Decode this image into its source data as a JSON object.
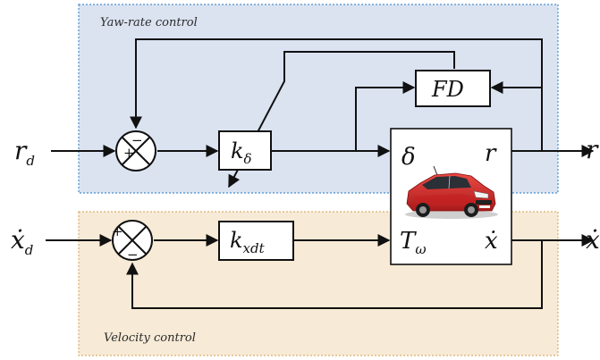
{
  "regions": {
    "yaw_label": "Yaw-rate control",
    "velocity_label": "Velocity control",
    "yaw_fill": "#dbe3f1",
    "yaw_border": "#4a90d0",
    "velocity_fill": "#f7ead6",
    "velocity_border": "#d9b070"
  },
  "signals": {
    "r_d": {
      "base": "r",
      "sub": "d"
    },
    "r_out": "r",
    "xdot_d": {
      "base": "ẋ",
      "sub": "d"
    },
    "xdot_out": "ẋ"
  },
  "summing_junctions": {
    "yaw": {
      "plus": "+",
      "minus": "−"
    },
    "velocity": {
      "plus": "+",
      "minus": "−"
    }
  },
  "blocks": {
    "k_delta": {
      "base": "k",
      "sub": "δ"
    },
    "fd": "FD",
    "k_xdt": {
      "base": "k",
      "sub": "xdt"
    }
  },
  "plant": {
    "input_delta": "δ",
    "output_r": "r",
    "input_torque": {
      "base": "T",
      "sub": "ω"
    },
    "output_xdot": "ẋ",
    "image": "red-hatchback-car",
    "car_color": "#d42a2a"
  }
}
